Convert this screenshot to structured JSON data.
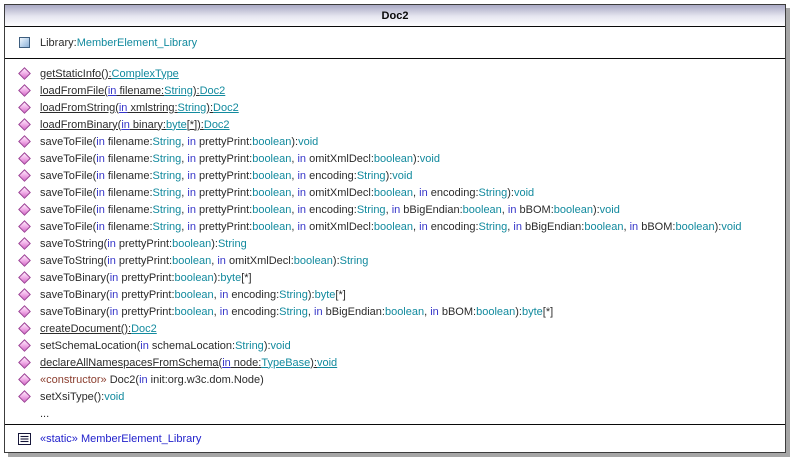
{
  "window": {
    "title": "Doc2"
  },
  "colors": {
    "plain": "#2b2b2b",
    "keyword": "#3434c8",
    "type": "#128a9e",
    "stereo": "#8B3E2F",
    "static_blue": "#2222cc"
  },
  "attributes": [
    {
      "name": "attr-Library",
      "icon": "square",
      "underline": false,
      "segments": [
        [
          "plain",
          "Library:"
        ],
        [
          "type",
          "MemberElement_Library"
        ]
      ]
    }
  ],
  "operations": [
    {
      "name": "op-getStaticInfo",
      "icon": "diamond",
      "underline": true,
      "segments": [
        [
          "plain",
          "getStaticInfo():"
        ],
        [
          "type",
          "ComplexType"
        ]
      ]
    },
    {
      "name": "op-loadFromFile",
      "icon": "diamond",
      "underline": true,
      "segments": [
        [
          "plain",
          "loadFromFile("
        ],
        [
          "kw",
          "in"
        ],
        [
          "plain",
          " filename:"
        ],
        [
          "type",
          "String"
        ],
        [
          "plain",
          "):"
        ],
        [
          "type",
          "Doc2"
        ]
      ]
    },
    {
      "name": "op-loadFromString",
      "icon": "diamond",
      "underline": true,
      "segments": [
        [
          "plain",
          "loadFromString("
        ],
        [
          "kw",
          "in"
        ],
        [
          "plain",
          " xmlstring:"
        ],
        [
          "type",
          "String"
        ],
        [
          "plain",
          "):"
        ],
        [
          "type",
          "Doc2"
        ]
      ]
    },
    {
      "name": "op-loadFromBinary",
      "icon": "diamond",
      "underline": true,
      "segments": [
        [
          "plain",
          "loadFromBinary("
        ],
        [
          "kw",
          "in"
        ],
        [
          "plain",
          " binary:"
        ],
        [
          "type",
          "byte"
        ],
        [
          "plain",
          "[*]):"
        ],
        [
          "type",
          "Doc2"
        ]
      ]
    },
    {
      "name": "op-saveToFile-1",
      "icon": "diamond",
      "underline": false,
      "segments": [
        [
          "plain",
          "saveToFile("
        ],
        [
          "kw",
          "in"
        ],
        [
          "plain",
          " filename:"
        ],
        [
          "type",
          "String"
        ],
        [
          "plain",
          ", "
        ],
        [
          "kw",
          "in"
        ],
        [
          "plain",
          " prettyPrint:"
        ],
        [
          "type",
          "boolean"
        ],
        [
          "plain",
          "):"
        ],
        [
          "type",
          "void"
        ]
      ]
    },
    {
      "name": "op-saveToFile-2",
      "icon": "diamond",
      "underline": false,
      "segments": [
        [
          "plain",
          "saveToFile("
        ],
        [
          "kw",
          "in"
        ],
        [
          "plain",
          " filename:"
        ],
        [
          "type",
          "String"
        ],
        [
          "plain",
          ", "
        ],
        [
          "kw",
          "in"
        ],
        [
          "plain",
          " prettyPrint:"
        ],
        [
          "type",
          "boolean"
        ],
        [
          "plain",
          ", "
        ],
        [
          "kw",
          "in"
        ],
        [
          "plain",
          " omitXmlDecl:"
        ],
        [
          "type",
          "boolean"
        ],
        [
          "plain",
          "):"
        ],
        [
          "type",
          "void"
        ]
      ]
    },
    {
      "name": "op-saveToFile-3",
      "icon": "diamond",
      "underline": false,
      "segments": [
        [
          "plain",
          "saveToFile("
        ],
        [
          "kw",
          "in"
        ],
        [
          "plain",
          " filename:"
        ],
        [
          "type",
          "String"
        ],
        [
          "plain",
          ", "
        ],
        [
          "kw",
          "in"
        ],
        [
          "plain",
          " prettyPrint:"
        ],
        [
          "type",
          "boolean"
        ],
        [
          "plain",
          ", "
        ],
        [
          "kw",
          "in"
        ],
        [
          "plain",
          " encoding:"
        ],
        [
          "type",
          "String"
        ],
        [
          "plain",
          "):"
        ],
        [
          "type",
          "void"
        ]
      ]
    },
    {
      "name": "op-saveToFile-4",
      "icon": "diamond",
      "underline": false,
      "segments": [
        [
          "plain",
          "saveToFile("
        ],
        [
          "kw",
          "in"
        ],
        [
          "plain",
          " filename:"
        ],
        [
          "type",
          "String"
        ],
        [
          "plain",
          ", "
        ],
        [
          "kw",
          "in"
        ],
        [
          "plain",
          " prettyPrint:"
        ],
        [
          "type",
          "boolean"
        ],
        [
          "plain",
          ", "
        ],
        [
          "kw",
          "in"
        ],
        [
          "plain",
          " omitXmlDecl:"
        ],
        [
          "type",
          "boolean"
        ],
        [
          "plain",
          ", "
        ],
        [
          "kw",
          "in"
        ],
        [
          "plain",
          " encoding:"
        ],
        [
          "type",
          "String"
        ],
        [
          "plain",
          "):"
        ],
        [
          "type",
          "void"
        ]
      ]
    },
    {
      "name": "op-saveToFile-5",
      "icon": "diamond",
      "underline": false,
      "segments": [
        [
          "plain",
          "saveToFile("
        ],
        [
          "kw",
          "in"
        ],
        [
          "plain",
          " filename:"
        ],
        [
          "type",
          "String"
        ],
        [
          "plain",
          ", "
        ],
        [
          "kw",
          "in"
        ],
        [
          "plain",
          " prettyPrint:"
        ],
        [
          "type",
          "boolean"
        ],
        [
          "plain",
          ", "
        ],
        [
          "kw",
          "in"
        ],
        [
          "plain",
          " encoding:"
        ],
        [
          "type",
          "String"
        ],
        [
          "plain",
          ", "
        ],
        [
          "kw",
          "in"
        ],
        [
          "plain",
          " bBigEndian:"
        ],
        [
          "type",
          "boolean"
        ],
        [
          "plain",
          ", "
        ],
        [
          "kw",
          "in"
        ],
        [
          "plain",
          " bBOM:"
        ],
        [
          "type",
          "boolean"
        ],
        [
          "plain",
          "):"
        ],
        [
          "type",
          "void"
        ]
      ]
    },
    {
      "name": "op-saveToFile-6",
      "icon": "diamond",
      "underline": false,
      "segments": [
        [
          "plain",
          "saveToFile("
        ],
        [
          "kw",
          "in"
        ],
        [
          "plain",
          " filename:"
        ],
        [
          "type",
          "String"
        ],
        [
          "plain",
          ", "
        ],
        [
          "kw",
          "in"
        ],
        [
          "plain",
          " prettyPrint:"
        ],
        [
          "type",
          "boolean"
        ],
        [
          "plain",
          ", "
        ],
        [
          "kw",
          "in"
        ],
        [
          "plain",
          " omitXmlDecl:"
        ],
        [
          "type",
          "boolean"
        ],
        [
          "plain",
          ", "
        ],
        [
          "kw",
          "in"
        ],
        [
          "plain",
          " encoding:"
        ],
        [
          "type",
          "String"
        ],
        [
          "plain",
          ", "
        ],
        [
          "kw",
          "in"
        ],
        [
          "plain",
          " bBigEndian:"
        ],
        [
          "type",
          "boolean"
        ],
        [
          "plain",
          ", "
        ],
        [
          "kw",
          "in"
        ],
        [
          "plain",
          " bBOM:"
        ],
        [
          "type",
          "boolean"
        ],
        [
          "plain",
          "):"
        ],
        [
          "type",
          "void"
        ]
      ]
    },
    {
      "name": "op-saveToString-1",
      "icon": "diamond",
      "underline": false,
      "segments": [
        [
          "plain",
          "saveToString("
        ],
        [
          "kw",
          "in"
        ],
        [
          "plain",
          " prettyPrint:"
        ],
        [
          "type",
          "boolean"
        ],
        [
          "plain",
          "):"
        ],
        [
          "type",
          "String"
        ]
      ]
    },
    {
      "name": "op-saveToString-2",
      "icon": "diamond",
      "underline": false,
      "segments": [
        [
          "plain",
          "saveToString("
        ],
        [
          "kw",
          "in"
        ],
        [
          "plain",
          " prettyPrint:"
        ],
        [
          "type",
          "boolean"
        ],
        [
          "plain",
          ", "
        ],
        [
          "kw",
          "in"
        ],
        [
          "plain",
          " omitXmlDecl:"
        ],
        [
          "type",
          "boolean"
        ],
        [
          "plain",
          "):"
        ],
        [
          "type",
          "String"
        ]
      ]
    },
    {
      "name": "op-saveToBinary-1",
      "icon": "diamond",
      "underline": false,
      "segments": [
        [
          "plain",
          "saveToBinary("
        ],
        [
          "kw",
          "in"
        ],
        [
          "plain",
          " prettyPrint:"
        ],
        [
          "type",
          "boolean"
        ],
        [
          "plain",
          "):"
        ],
        [
          "type",
          "byte"
        ],
        [
          "plain",
          "[*]"
        ]
      ]
    },
    {
      "name": "op-saveToBinary-2",
      "icon": "diamond",
      "underline": false,
      "segments": [
        [
          "plain",
          "saveToBinary("
        ],
        [
          "kw",
          "in"
        ],
        [
          "plain",
          " prettyPrint:"
        ],
        [
          "type",
          "boolean"
        ],
        [
          "plain",
          ", "
        ],
        [
          "kw",
          "in"
        ],
        [
          "plain",
          " encoding:"
        ],
        [
          "type",
          "String"
        ],
        [
          "plain",
          "):"
        ],
        [
          "type",
          "byte"
        ],
        [
          "plain",
          "[*]"
        ]
      ]
    },
    {
      "name": "op-saveToBinary-3",
      "icon": "diamond",
      "underline": false,
      "segments": [
        [
          "plain",
          "saveToBinary("
        ],
        [
          "kw",
          "in"
        ],
        [
          "plain",
          " prettyPrint:"
        ],
        [
          "type",
          "boolean"
        ],
        [
          "plain",
          ", "
        ],
        [
          "kw",
          "in"
        ],
        [
          "plain",
          " encoding:"
        ],
        [
          "type",
          "String"
        ],
        [
          "plain",
          ", "
        ],
        [
          "kw",
          "in"
        ],
        [
          "plain",
          " bBigEndian:"
        ],
        [
          "type",
          "boolean"
        ],
        [
          "plain",
          ", "
        ],
        [
          "kw",
          "in"
        ],
        [
          "plain",
          " bBOM:"
        ],
        [
          "type",
          "boolean"
        ],
        [
          "plain",
          "):"
        ],
        [
          "type",
          "byte"
        ],
        [
          "plain",
          "[*]"
        ]
      ]
    },
    {
      "name": "op-createDocument",
      "icon": "diamond",
      "underline": true,
      "segments": [
        [
          "plain",
          "createDocument():"
        ],
        [
          "type",
          "Doc2"
        ]
      ]
    },
    {
      "name": "op-setSchemaLocation",
      "icon": "diamond",
      "underline": false,
      "segments": [
        [
          "plain",
          "setSchemaLocation("
        ],
        [
          "kw",
          "in"
        ],
        [
          "plain",
          " schemaLocation:"
        ],
        [
          "type",
          "String"
        ],
        [
          "plain",
          "):"
        ],
        [
          "type",
          "void"
        ]
      ]
    },
    {
      "name": "op-declareAllNamespacesFromSchema",
      "icon": "diamond",
      "underline": true,
      "segments": [
        [
          "plain",
          "declareAllNamespacesFromSchema("
        ],
        [
          "kw",
          "in"
        ],
        [
          "plain",
          " node:"
        ],
        [
          "type",
          "TypeBase"
        ],
        [
          "plain",
          "):"
        ],
        [
          "type",
          "void"
        ]
      ]
    },
    {
      "name": "op-constructor-Doc2",
      "icon": "diamond",
      "underline": false,
      "segments": [
        [
          "stereo",
          "«constructor»"
        ],
        [
          "plain",
          " Doc2("
        ],
        [
          "kw",
          "in"
        ],
        [
          "plain",
          " init:org.w3c.dom.Node)"
        ]
      ]
    },
    {
      "name": "op-setXsiType",
      "icon": "diamond",
      "underline": false,
      "segments": [
        [
          "plain",
          "setXsiType():"
        ],
        [
          "type",
          "void"
        ]
      ]
    },
    {
      "name": "op-ellipsis",
      "icon": "none",
      "underline": false,
      "segments": [
        [
          "plain",
          "..."
        ]
      ]
    }
  ],
  "footer": {
    "label": "«static» MemberElement_Library"
  }
}
